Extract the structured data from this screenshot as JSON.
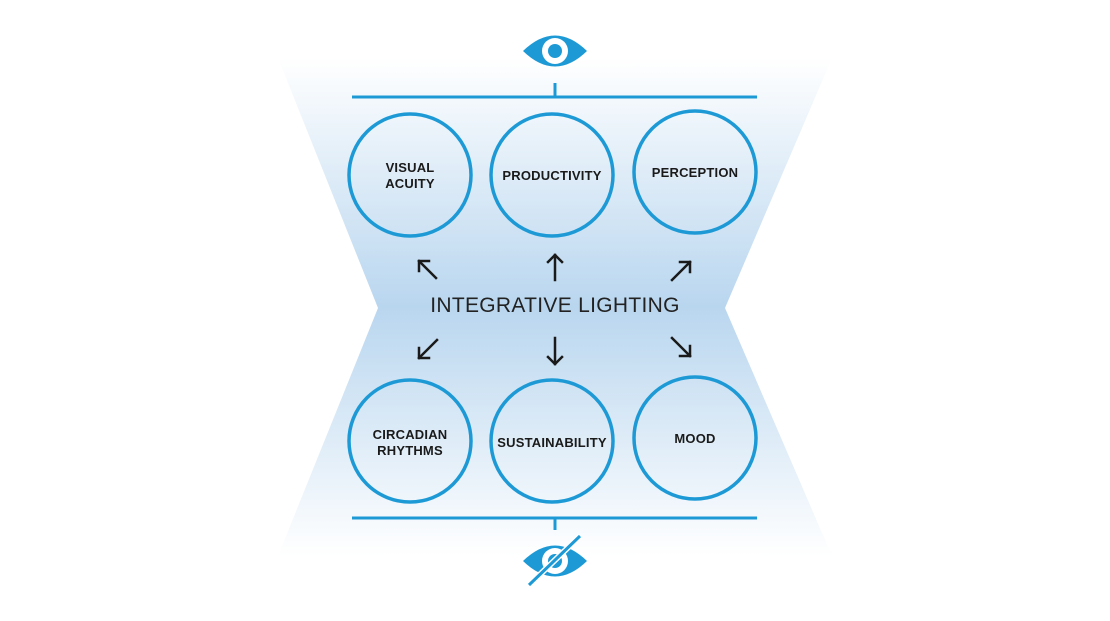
{
  "colors": {
    "accent": "#1d9ad6",
    "arrow": "#1a1a1a",
    "glow": "#b9d6ef"
  },
  "center": {
    "title": "INTEGRATIVE LIGHTING"
  },
  "top_icon": "eye-icon",
  "bottom_icon": "eye-crossed-icon",
  "top_row": [
    {
      "label": "VISUAL\nACUITY"
    },
    {
      "label": "PRODUCTIVITY"
    },
    {
      "label": "PERCEPTION"
    }
  ],
  "bottom_row": [
    {
      "label": "CIRCADIAN\nRHYTHMS"
    },
    {
      "label": "SUSTAINABILITY"
    },
    {
      "label": "MOOD"
    }
  ]
}
